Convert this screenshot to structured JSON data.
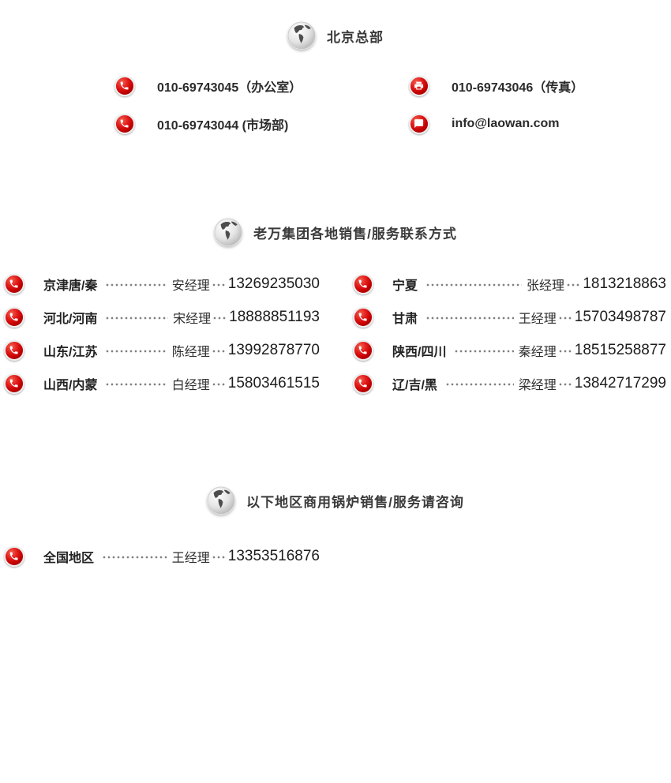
{
  "colors": {
    "accent_red": "#cc0000",
    "text": "#333333",
    "background": "#ffffff"
  },
  "hq": {
    "title": "北京总部",
    "items": [
      {
        "icon": "phone-icon",
        "text": "010-69743045（办公室）"
      },
      {
        "icon": "fax-icon",
        "text": "010-69743046（传真）"
      },
      {
        "icon": "phone-icon",
        "text": "010-69743044 (市场部)"
      },
      {
        "icon": "chat-icon",
        "text": "info@laowan.com"
      }
    ]
  },
  "regional": {
    "title": "老万集团各地销售/服务联系方式",
    "left": [
      {
        "region": "京津唐/秦",
        "manager": "安经理",
        "phone": "13269235030"
      },
      {
        "region": "河北/河南",
        "manager": "宋经理",
        "phone": "18888851193"
      },
      {
        "region": "山东/江苏",
        "manager": "陈经理",
        "phone": "13992878770"
      },
      {
        "region": "山西/内蒙",
        "manager": "白经理",
        "phone": "15803461515"
      }
    ],
    "right": [
      {
        "region": "宁夏",
        "manager": "张经理",
        "phone": "1813218863"
      },
      {
        "region": "甘肃",
        "manager": "王经理",
        "phone": "15703498787"
      },
      {
        "region": "陕西/四川",
        "manager": "秦经理",
        "phone": "18515258877"
      },
      {
        "region": "辽/吉/黑",
        "manager": "梁经理",
        "phone": "13842717299"
      }
    ]
  },
  "national": {
    "title": "以下地区商用锅炉销售/服务请咨询",
    "row": {
      "region": "全国地区",
      "manager": "王经理",
      "phone": "13353516876"
    }
  }
}
